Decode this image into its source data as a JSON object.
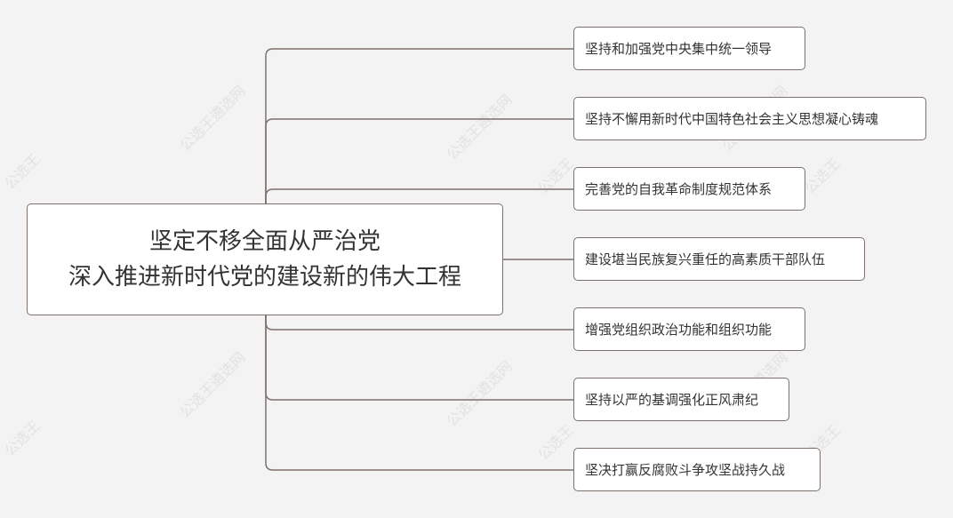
{
  "root": {
    "line1": "坚定不移全面从严治党",
    "line2": "深入推进新时代党的建设新的伟大工程"
  },
  "branches": [
    "坚持和加强党中央集中统一领导",
    "坚持不懈用新时代中国特色社会主义思想凝心铸魂",
    "完善党的自我革命制度规范体系",
    "建设堪当民族复兴重任的高素质干部队伍",
    "增强党组织政治功能和组织功能",
    "坚持以严的基调强化正风肃纪",
    "坚决打赢反腐败斗争攻坚战持久战"
  ],
  "watermark": {
    "a": "公选王遴选网",
    "b": "公选王"
  },
  "colors": {
    "line": "#7d716c",
    "background": "#f3f3f3"
  }
}
